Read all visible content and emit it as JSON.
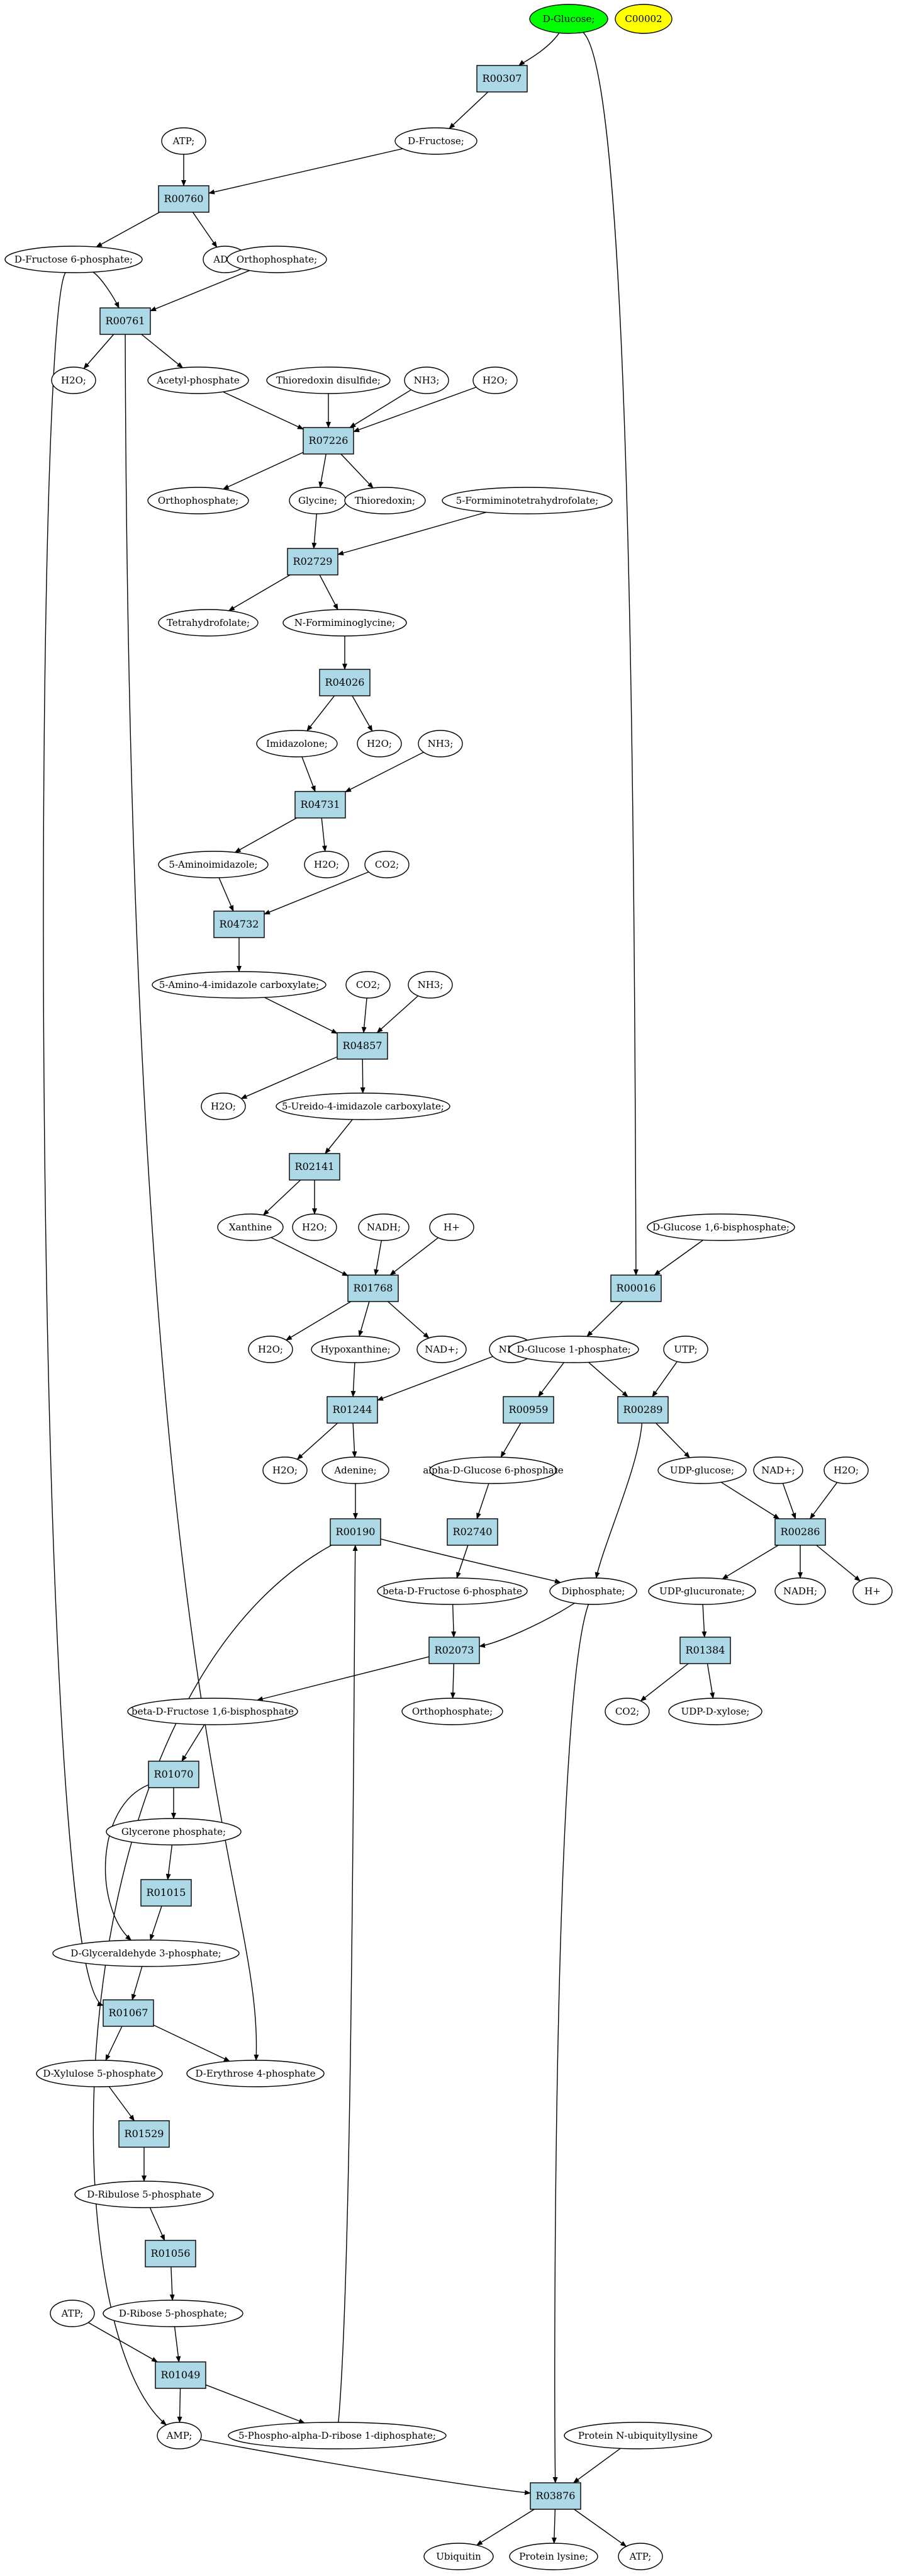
{
  "colors": {
    "background": "#ffffff",
    "compound_fill": "#ffffff",
    "start_fill": "#00ff00",
    "highlight_fill": "#ffff00",
    "reaction_fill": "#add8e6",
    "stroke": "#000000"
  },
  "compounds": [
    {
      "id": "c_glucose",
      "label": "D-Glucose;",
      "style": "start"
    },
    {
      "id": "c_c00002",
      "label": "C00002",
      "style": "highlight"
    },
    {
      "id": "c_fructose",
      "label": "D-Fructose;"
    },
    {
      "id": "c_atp1",
      "label": "ATP;"
    },
    {
      "id": "c_f6p",
      "label": "D-Fructose 6-phosphate;"
    },
    {
      "id": "c_adp",
      "label": "ADP;"
    },
    {
      "id": "c_orthop1",
      "label": "Orthophosphate;"
    },
    {
      "id": "c_h2o1",
      "label": "H2O;"
    },
    {
      "id": "c_acetylp",
      "label": "Acetyl-phosphate"
    },
    {
      "id": "c_thiodis",
      "label": "Thioredoxin disulfide;"
    },
    {
      "id": "c_nh3a",
      "label": "NH3;"
    },
    {
      "id": "c_h2o2",
      "label": "H2O;"
    },
    {
      "id": "c_orthop2",
      "label": "Orthophosphate;"
    },
    {
      "id": "c_glycine",
      "label": "Glycine;"
    },
    {
      "id": "c_thioredoxin",
      "label": "Thioredoxin;"
    },
    {
      "id": "c_5fthf",
      "label": "5-Formiminotetrahydrofolate;"
    },
    {
      "id": "c_thf",
      "label": "Tetrahydrofolate;"
    },
    {
      "id": "c_nfg",
      "label": "N-Formiminoglycine;"
    },
    {
      "id": "c_imidazolone",
      "label": "Imidazolone;"
    },
    {
      "id": "c_h2o3",
      "label": "H2O;"
    },
    {
      "id": "c_nh3b",
      "label": "NH3;"
    },
    {
      "id": "c_5ai",
      "label": "5-Aminoimidazole;"
    },
    {
      "id": "c_h2o4",
      "label": "H2O;"
    },
    {
      "id": "c_co2a",
      "label": "CO2;"
    },
    {
      "id": "c_5a4ic",
      "label": "5-Amino-4-imidazole carboxylate;"
    },
    {
      "id": "c_co2b",
      "label": "CO2;"
    },
    {
      "id": "c_nh3c",
      "label": "NH3;"
    },
    {
      "id": "c_h2o5",
      "label": "H2O;"
    },
    {
      "id": "c_5u4ic",
      "label": "5-Ureido-4-imidazole carboxylate;"
    },
    {
      "id": "c_xanthine",
      "label": "Xanthine"
    },
    {
      "id": "c_h2o6",
      "label": "H2O;"
    },
    {
      "id": "c_nadh1",
      "label": "NADH;"
    },
    {
      "id": "c_hplus1",
      "label": "H+"
    },
    {
      "id": "c_g16bp",
      "label": "D-Glucose 1,6-bisphosphate;"
    },
    {
      "id": "c_h2o7",
      "label": "H2O;"
    },
    {
      "id": "c_hypoxanthine",
      "label": "Hypoxanthine;"
    },
    {
      "id": "c_nadplus1",
      "label": "NAD+;"
    },
    {
      "id": "c_nh3d",
      "label": "NH3;"
    },
    {
      "id": "c_g1p",
      "label": "D-Glucose 1-phosphate;"
    },
    {
      "id": "c_utp",
      "label": "UTP;"
    },
    {
      "id": "c_h2o8",
      "label": "H2O;"
    },
    {
      "id": "c_adenine",
      "label": "Adenine;"
    },
    {
      "id": "c_ag6p",
      "label": "alpha-D-Glucose 6-phosphate"
    },
    {
      "id": "c_udpglucose",
      "label": "UDP-glucose;"
    },
    {
      "id": "c_nadplus2",
      "label": "NAD+;"
    },
    {
      "id": "c_h2o9",
      "label": "H2O;"
    },
    {
      "id": "c_bf6p",
      "label": "beta-D-Fructose 6-phosphate"
    },
    {
      "id": "c_diphosphate",
      "label": "Diphosphate;"
    },
    {
      "id": "c_udpglucuronate",
      "label": "UDP-glucuronate;"
    },
    {
      "id": "c_nadh2",
      "label": "NADH;"
    },
    {
      "id": "c_hplus2",
      "label": "H+"
    },
    {
      "id": "c_bf16bp",
      "label": "beta-D-Fructose 1,6-bisphosphate"
    },
    {
      "id": "c_orthop3",
      "label": "Orthophosphate;"
    },
    {
      "id": "c_co2c",
      "label": "CO2;"
    },
    {
      "id": "c_udpxylose",
      "label": "UDP-D-xylose;"
    },
    {
      "id": "c_glyceronep",
      "label": "Glycerone phosphate;"
    },
    {
      "id": "c_g3p",
      "label": "D-Glyceraldehyde 3-phosphate;"
    },
    {
      "id": "c_x5p",
      "label": "D-Xylulose 5-phosphate"
    },
    {
      "id": "c_e4p",
      "label": "D-Erythrose 4-phosphate"
    },
    {
      "id": "c_ru5p",
      "label": "D-Ribulose 5-phosphate"
    },
    {
      "id": "c_atp2",
      "label": "ATP;"
    },
    {
      "id": "c_r5p",
      "label": "D-Ribose 5-phosphate;"
    },
    {
      "id": "c_amp",
      "label": "AMP;"
    },
    {
      "id": "c_prpp",
      "label": "5-Phospho-alpha-D-ribose 1-diphosphate;"
    },
    {
      "id": "c_pnul",
      "label": "Protein N-ubiquityllysine"
    },
    {
      "id": "c_ubiquitin",
      "label": "Ubiquitin"
    },
    {
      "id": "c_proteinlysine",
      "label": "Protein lysine;"
    },
    {
      "id": "c_atp3",
      "label": "ATP;"
    }
  ],
  "reactions": [
    {
      "id": "r_R00307",
      "label": "R00307"
    },
    {
      "id": "r_R00760",
      "label": "R00760"
    },
    {
      "id": "r_R00761",
      "label": "R00761"
    },
    {
      "id": "r_R07226",
      "label": "R07226"
    },
    {
      "id": "r_R02729",
      "label": "R02729"
    },
    {
      "id": "r_R04026",
      "label": "R04026"
    },
    {
      "id": "r_R04731",
      "label": "R04731"
    },
    {
      "id": "r_R04732",
      "label": "R04732"
    },
    {
      "id": "r_R04857",
      "label": "R04857"
    },
    {
      "id": "r_R02141",
      "label": "R02141"
    },
    {
      "id": "r_R01768",
      "label": "R01768"
    },
    {
      "id": "r_R00016",
      "label": "R00016"
    },
    {
      "id": "r_R01244",
      "label": "R01244"
    },
    {
      "id": "r_R00959",
      "label": "R00959"
    },
    {
      "id": "r_R00289",
      "label": "R00289"
    },
    {
      "id": "r_R00190",
      "label": "R00190"
    },
    {
      "id": "r_R02740",
      "label": "R02740"
    },
    {
      "id": "r_R00286",
      "label": "R00286"
    },
    {
      "id": "r_R02073",
      "label": "R02073"
    },
    {
      "id": "r_R01384",
      "label": "R01384"
    },
    {
      "id": "r_R01070",
      "label": "R01070"
    },
    {
      "id": "r_R01015",
      "label": "R01015"
    },
    {
      "id": "r_R01067",
      "label": "R01067"
    },
    {
      "id": "r_R01529",
      "label": "R01529"
    },
    {
      "id": "r_R01056",
      "label": "R01056"
    },
    {
      "id": "r_R01049",
      "label": "R01049"
    },
    {
      "id": "r_R03876",
      "label": "R03876"
    }
  ],
  "edges": [
    [
      "c_glucose",
      "r_R00307"
    ],
    [
      "r_R00307",
      "c_fructose"
    ],
    [
      "c_glucose",
      "r_R00016"
    ],
    [
      "c_atp1",
      "r_R00760"
    ],
    [
      "c_fructose",
      "r_R00760"
    ],
    [
      "r_R00760",
      "c_f6p"
    ],
    [
      "r_R00760",
      "c_adp"
    ],
    [
      "c_f6p",
      "r_R00761"
    ],
    [
      "c_orthop1",
      "r_R00761"
    ],
    [
      "c_f6p",
      "r_R01067"
    ],
    [
      "r_R00761",
      "c_h2o1"
    ],
    [
      "r_R00761",
      "c_acetylp"
    ],
    [
      "r_R00761",
      "c_e4p"
    ],
    [
      "c_acetylp",
      "r_R07226"
    ],
    [
      "c_thiodis",
      "r_R07226"
    ],
    [
      "c_nh3a",
      "r_R07226"
    ],
    [
      "c_h2o2",
      "r_R07226"
    ],
    [
      "r_R07226",
      "c_orthop2"
    ],
    [
      "r_R07226",
      "c_glycine"
    ],
    [
      "r_R07226",
      "c_thioredoxin"
    ],
    [
      "c_glycine",
      "r_R02729"
    ],
    [
      "c_5fthf",
      "r_R02729"
    ],
    [
      "r_R02729",
      "c_thf"
    ],
    [
      "r_R02729",
      "c_nfg"
    ],
    [
      "c_nfg",
      "r_R04026"
    ],
    [
      "r_R04026",
      "c_imidazolone"
    ],
    [
      "r_R04026",
      "c_h2o3"
    ],
    [
      "c_imidazolone",
      "r_R04731"
    ],
    [
      "c_nh3b",
      "r_R04731"
    ],
    [
      "r_R04731",
      "c_5ai"
    ],
    [
      "r_R04731",
      "c_h2o4"
    ],
    [
      "c_5ai",
      "r_R04732"
    ],
    [
      "c_co2a",
      "r_R04732"
    ],
    [
      "r_R04732",
      "c_5a4ic"
    ],
    [
      "c_5a4ic",
      "r_R04857"
    ],
    [
      "c_co2b",
      "r_R04857"
    ],
    [
      "c_nh3c",
      "r_R04857"
    ],
    [
      "r_R04857",
      "c_h2o5"
    ],
    [
      "r_R04857",
      "c_5u4ic"
    ],
    [
      "c_5u4ic",
      "r_R02141"
    ],
    [
      "r_R02141",
      "c_xanthine"
    ],
    [
      "r_R02141",
      "c_h2o6"
    ],
    [
      "c_xanthine",
      "r_R01768"
    ],
    [
      "c_nadh1",
      "r_R01768"
    ],
    [
      "c_hplus1",
      "r_R01768"
    ],
    [
      "r_R01768",
      "c_h2o7"
    ],
    [
      "r_R01768",
      "c_hypoxanthine"
    ],
    [
      "r_R01768",
      "c_nadplus1"
    ],
    [
      "c_hypoxanthine",
      "r_R01244"
    ],
    [
      "c_nh3d",
      "r_R01244"
    ],
    [
      "r_R01244",
      "c_h2o8"
    ],
    [
      "r_R01244",
      "c_adenine"
    ],
    [
      "c_g16bp",
      "r_R00016"
    ],
    [
      "r_R00016",
      "c_g1p"
    ],
    [
      "c_g1p",
      "r_R00959"
    ],
    [
      "c_g1p",
      "r_R00289"
    ],
    [
      "c_utp",
      "r_R00289"
    ],
    [
      "r_R00959",
      "c_ag6p"
    ],
    [
      "r_R00289",
      "c_udpglucose"
    ],
    [
      "r_R00289",
      "c_diphosphate"
    ],
    [
      "c_adenine",
      "r_R00190"
    ],
    [
      "c_prpp",
      "r_R00190"
    ],
    [
      "r_R00190",
      "c_diphosphate"
    ],
    [
      "r_R00190",
      "c_amp"
    ],
    [
      "c_ag6p",
      "r_R02740"
    ],
    [
      "r_R02740",
      "c_bf6p"
    ],
    [
      "c_udpglucose",
      "r_R00286"
    ],
    [
      "c_nadplus2",
      "r_R00286"
    ],
    [
      "c_h2o9",
      "r_R00286"
    ],
    [
      "r_R00286",
      "c_udpglucuronate"
    ],
    [
      "r_R00286",
      "c_nadh2"
    ],
    [
      "r_R00286",
      "c_hplus2"
    ],
    [
      "c_bf6p",
      "r_R02073"
    ],
    [
      "c_diphosphate",
      "r_R02073"
    ],
    [
      "c_diphosphate",
      "r_R03876"
    ],
    [
      "r_R02073",
      "c_bf16bp"
    ],
    [
      "r_R02073",
      "c_orthop3"
    ],
    [
      "c_udpglucuronate",
      "r_R01384"
    ],
    [
      "r_R01384",
      "c_co2c"
    ],
    [
      "r_R01384",
      "c_udpxylose"
    ],
    [
      "c_bf16bp",
      "r_R01070"
    ],
    [
      "r_R01070",
      "c_glyceronep"
    ],
    [
      "r_R01070",
      "c_g3p"
    ],
    [
      "c_glyceronep",
      "r_R01015"
    ],
    [
      "r_R01015",
      "c_g3p"
    ],
    [
      "c_g3p",
      "r_R01067"
    ],
    [
      "r_R01067",
      "c_x5p"
    ],
    [
      "r_R01067",
      "c_e4p"
    ],
    [
      "c_x5p",
      "r_R01529"
    ],
    [
      "r_R01529",
      "c_ru5p"
    ],
    [
      "c_ru5p",
      "r_R01056"
    ],
    [
      "r_R01056",
      "c_r5p"
    ],
    [
      "c_atp2",
      "r_R01049"
    ],
    [
      "c_r5p",
      "r_R01049"
    ],
    [
      "r_R01049",
      "c_amp"
    ],
    [
      "r_R01049",
      "c_prpp"
    ],
    [
      "c_amp",
      "r_R03876"
    ],
    [
      "c_pnul",
      "r_R03876"
    ],
    [
      "r_R03876",
      "c_ubiquitin"
    ],
    [
      "r_R03876",
      "c_proteinlysine"
    ],
    [
      "r_R03876",
      "c_atp3"
    ]
  ]
}
